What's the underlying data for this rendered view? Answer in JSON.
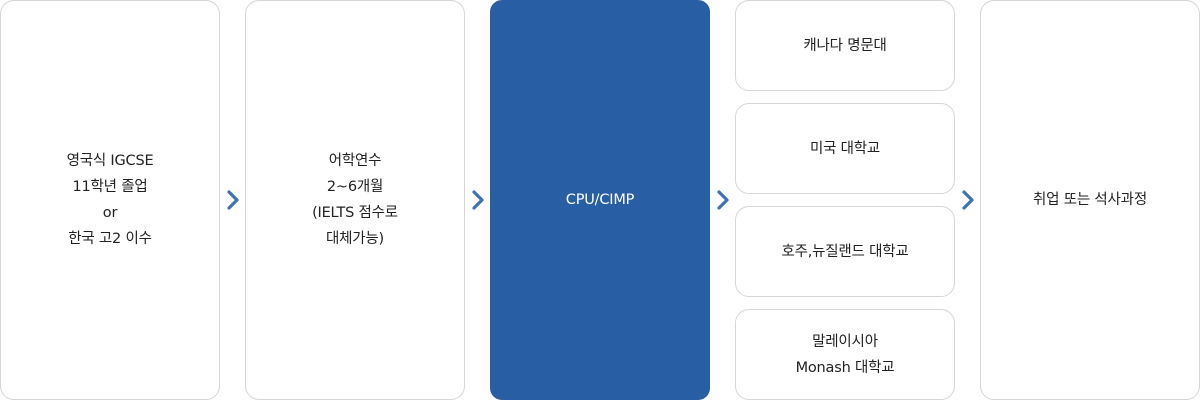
{
  "flow": {
    "step1": {
      "lines": [
        "영국식 IGCSE",
        "11학년 졸업",
        "or",
        "한국 고2 이수"
      ]
    },
    "step2": {
      "lines": [
        "어학연수",
        "2~6개월",
        "(IELTS 점수로",
        "대체가능)"
      ]
    },
    "step3": {
      "label": "CPU/CIMP"
    },
    "step4": {
      "options": [
        {
          "lines": [
            "캐나다 명문대"
          ]
        },
        {
          "lines": [
            "미국 대학교"
          ]
        },
        {
          "lines": [
            "호주,뉴질랜드 대학교"
          ]
        },
        {
          "lines": [
            "말레이시아",
            "Monash 대학교"
          ]
        }
      ]
    },
    "step5": {
      "label": "취업 또는 석사과정"
    }
  },
  "colors": {
    "highlight": "#285ea3",
    "arrow": "#3f72b5",
    "border": "#d6d6d6"
  },
  "icons": {
    "arrow": "chevron-right-icon"
  }
}
